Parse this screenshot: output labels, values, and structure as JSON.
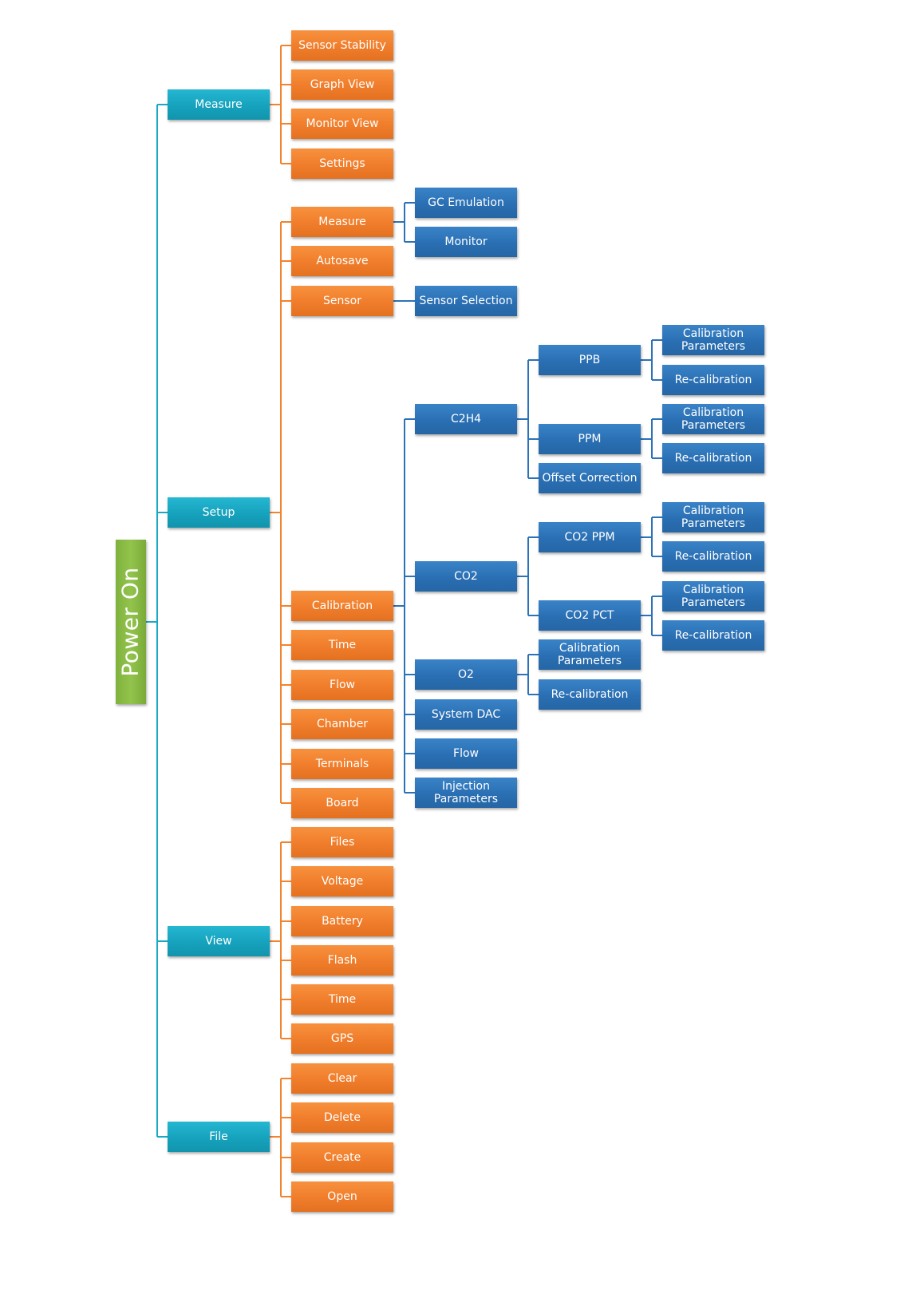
{
  "root": {
    "label": "Power On",
    "color": "#8cbf46"
  },
  "colors": {
    "teal": "#1aa9c4",
    "orange": "#f2832f",
    "blue": "#2c72b8"
  },
  "menus": [
    {
      "label": "Measure",
      "items": [
        {
          "label": "Sensor Stability"
        },
        {
          "label": "Graph View"
        },
        {
          "label": "Monitor View"
        },
        {
          "label": "Settings"
        }
      ]
    },
    {
      "label": "Setup",
      "items": [
        {
          "label": "Measure",
          "children": [
            {
              "label": "GC Emulation"
            },
            {
              "label": "Monitor"
            }
          ]
        },
        {
          "label": "Autosave"
        },
        {
          "label": "Sensor",
          "children": [
            {
              "label": "Sensor Selection"
            }
          ]
        },
        {
          "label": "Calibration",
          "children": [
            {
              "label": "C2H4",
              "children": [
                {
                  "label": "PPB",
                  "children": [
                    {
                      "label": "Calibration\nParameters"
                    },
                    {
                      "label": "Re-calibration"
                    }
                  ]
                },
                {
                  "label": "PPM",
                  "children": [
                    {
                      "label": "Calibration\nParameters"
                    },
                    {
                      "label": "Re-calibration"
                    }
                  ]
                },
                {
                  "label": "Offset Correction"
                }
              ]
            },
            {
              "label": "CO2",
              "children": [
                {
                  "label": "CO2 PPM",
                  "children": [
                    {
                      "label": "Calibration\nParameters"
                    },
                    {
                      "label": "Re-calibration"
                    }
                  ]
                },
                {
                  "label": "CO2 PCT",
                  "children": [
                    {
                      "label": "Calibration\nParameters"
                    },
                    {
                      "label": "Re-calibration"
                    }
                  ]
                }
              ]
            },
            {
              "label": "O2",
              "children": [
                {
                  "label": "Calibration\nParameters"
                },
                {
                  "label": "Re-calibration"
                }
              ]
            },
            {
              "label": "System DAC"
            },
            {
              "label": "Flow"
            },
            {
              "label": "Injection\nParameters"
            }
          ]
        },
        {
          "label": "Time"
        },
        {
          "label": "Flow"
        },
        {
          "label": "Chamber"
        },
        {
          "label": "Terminals"
        },
        {
          "label": "Board"
        }
      ]
    },
    {
      "label": "View",
      "items": [
        {
          "label": "Files"
        },
        {
          "label": "Voltage"
        },
        {
          "label": "Battery"
        },
        {
          "label": "Flash"
        },
        {
          "label": "Time"
        },
        {
          "label": "GPS"
        }
      ]
    },
    {
      "label": "File",
      "items": [
        {
          "label": "Clear"
        },
        {
          "label": "Delete"
        },
        {
          "label": "Create"
        },
        {
          "label": "Open"
        }
      ]
    }
  ]
}
